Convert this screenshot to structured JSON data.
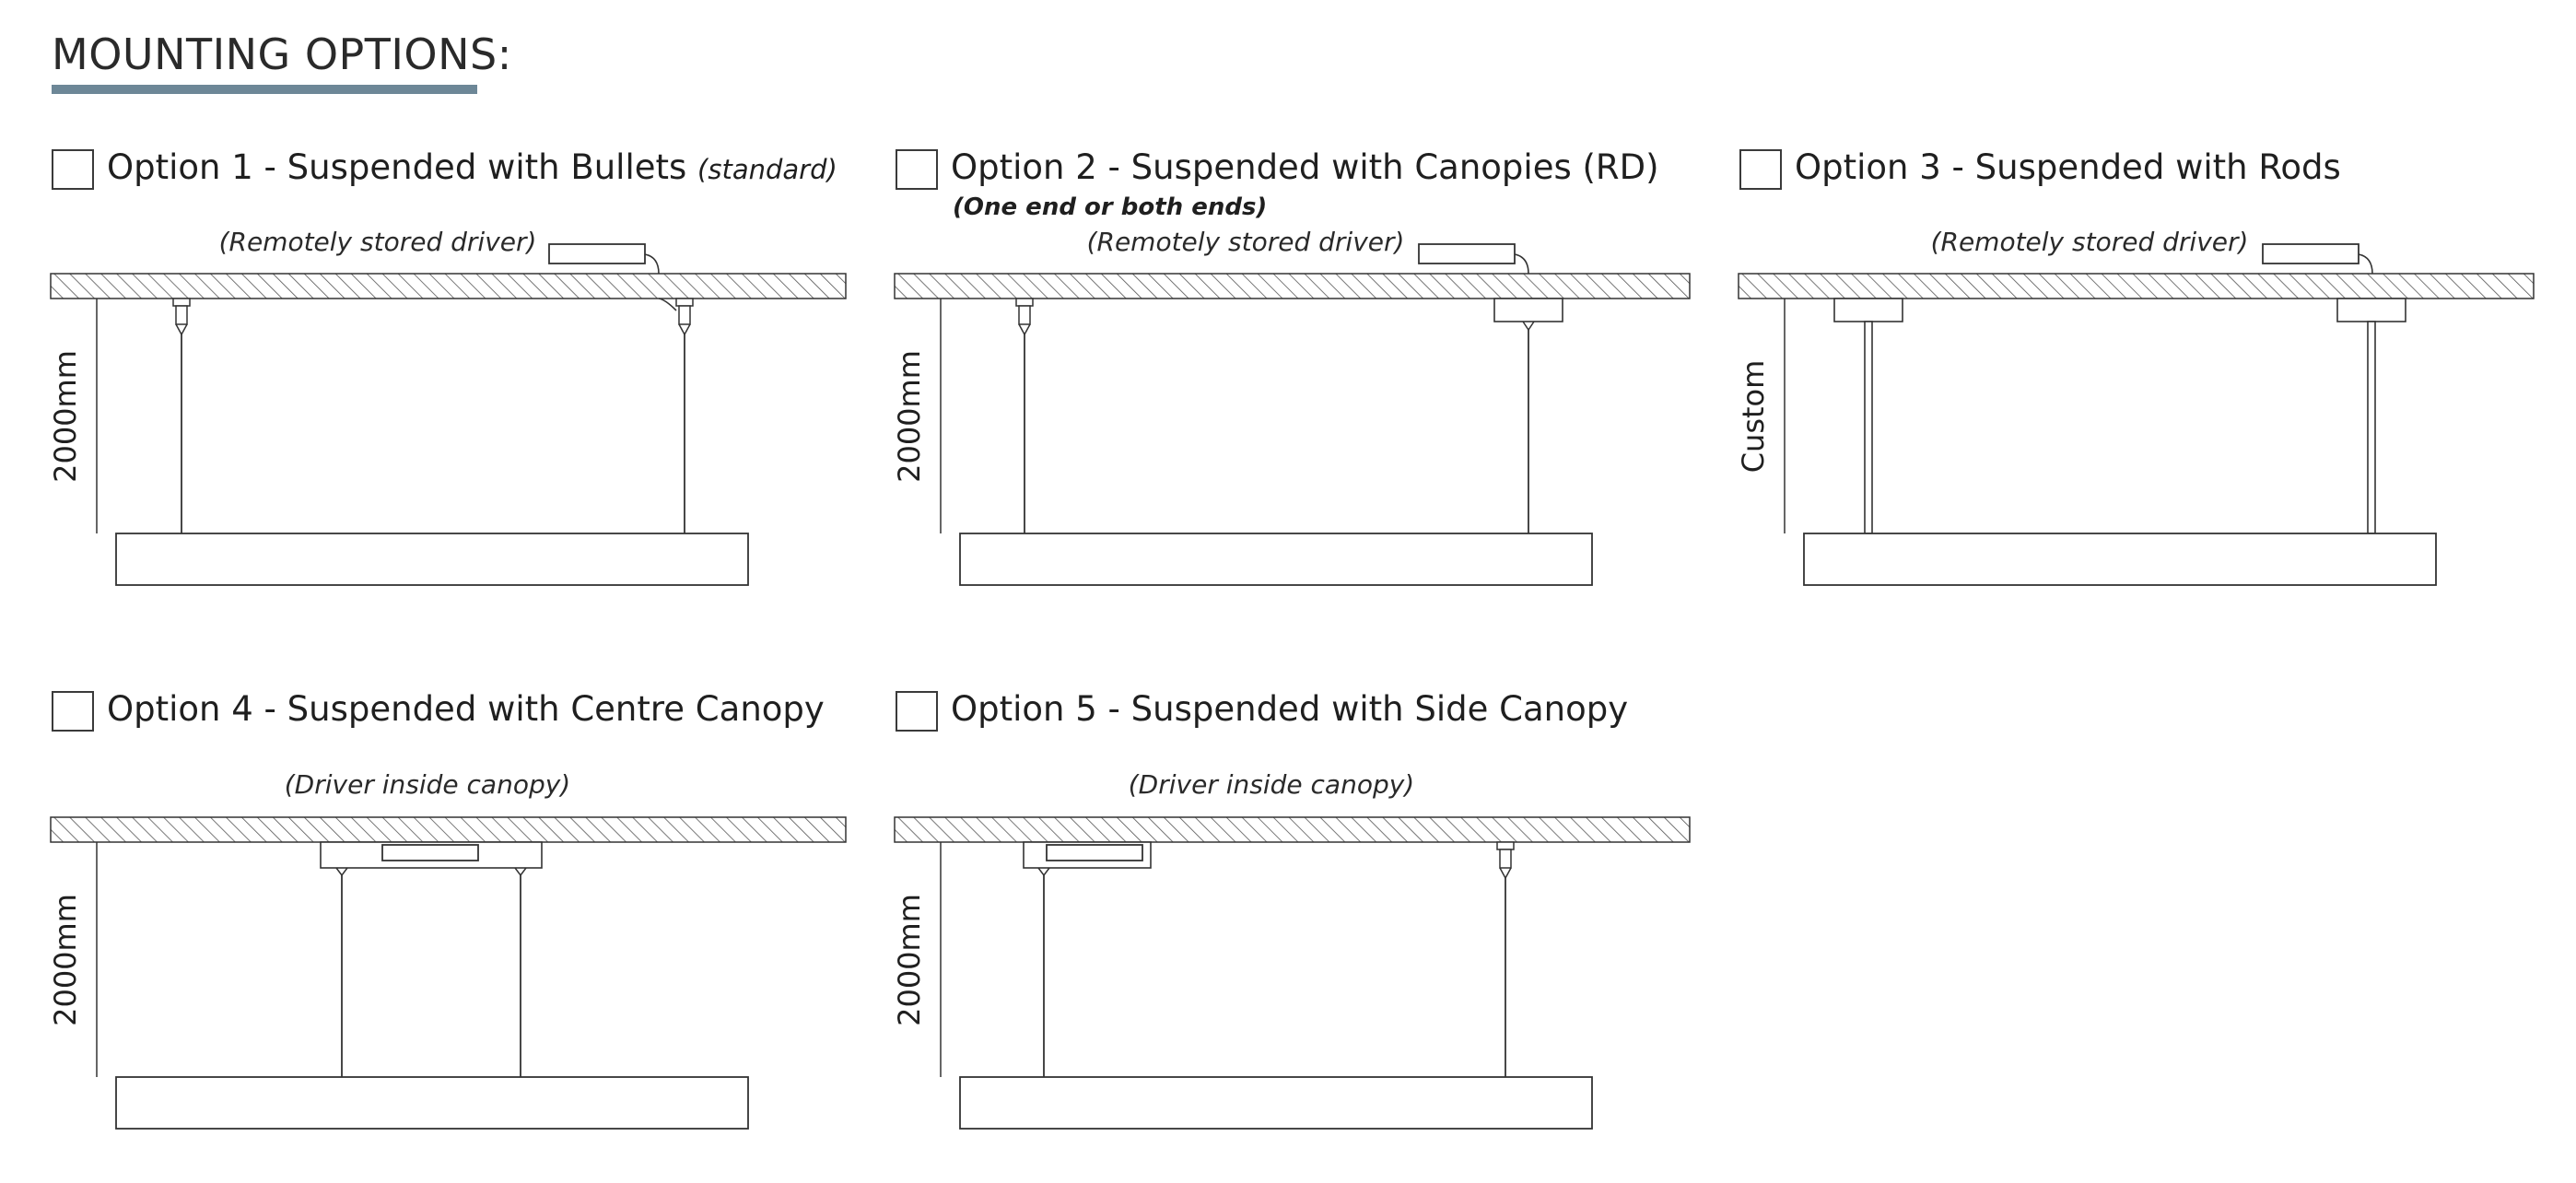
{
  "header": {
    "title": "MOUNTING OPTIONS:",
    "underline_color": "#6d8797"
  },
  "options": [
    {
      "label": "Option 1 - Suspended with Bullets",
      "suffix": "(standard)",
      "driver_note": "(Remotely stored driver)",
      "dimension": "2000mm"
    },
    {
      "label": "Option 2 - Suspended with Canopies (RD)",
      "sub_note": "(One end or both ends)",
      "driver_note": "(Remotely stored driver)",
      "dimension": "2000mm"
    },
    {
      "label": "Option 3 - Suspended with Rods",
      "driver_note": "(Remotely stored driver)",
      "dimension": "Custom"
    },
    {
      "label": "Option 4 - Suspended with Centre Canopy",
      "driver_note": "(Driver inside canopy)",
      "dimension": "2000mm"
    },
    {
      "label": "Option 5 - Suspended with Side Canopy",
      "driver_note": "(Driver inside canopy)",
      "dimension": "2000mm"
    }
  ]
}
